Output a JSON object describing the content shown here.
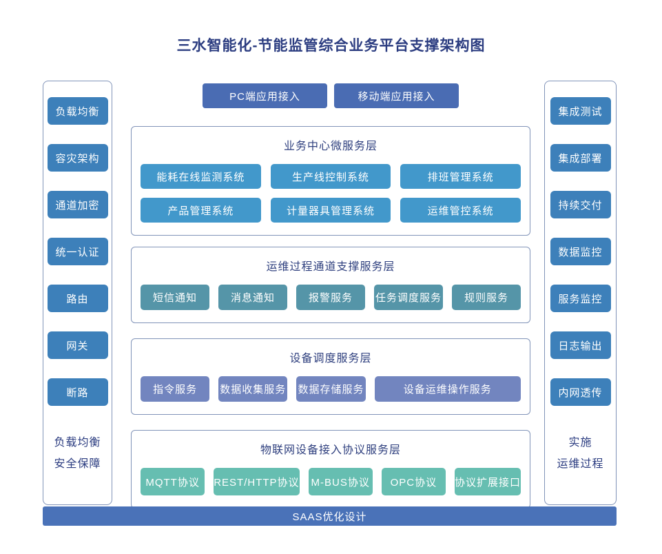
{
  "title": "三水智能化-节能监管综合业务平台支撑架构图",
  "top_buttons": [
    "PC端应用接入",
    "移动端应用接入"
  ],
  "left_sidebar": {
    "items": [
      "负载均衡",
      "容灾架构",
      "通道加密",
      "统一认证",
      "路由",
      "网关",
      "断路"
    ],
    "footer_lines": [
      "负载均衡",
      "安全保障"
    ]
  },
  "right_sidebar": {
    "items": [
      "集成测试",
      "集成部署",
      "持续交付",
      "数据监控",
      "服务监控",
      "日志输出",
      "内网透传"
    ],
    "footer_lines": [
      "实施",
      "运维过程"
    ]
  },
  "sections": [
    {
      "header": "业务中心微服务层",
      "items": [
        "能耗在线监测系统",
        "生产线控制系统",
        "排班管理系统",
        "产品管理系统",
        "计量器具管理系统",
        "运维管控系统"
      ]
    },
    {
      "header": "运维过程通道支撑服务层",
      "items": [
        "短信通知",
        "消息通知",
        "报警服务",
        "任务调度服务",
        "规则服务"
      ]
    },
    {
      "header": "设备调度服务层",
      "items": [
        "指令服务",
        "数据收集服务",
        "数据存储服务",
        "设备运维操作服务"
      ]
    },
    {
      "header": "物联网设备接入协议服务层",
      "items": [
        "MQTT协议",
        "REST/HTTP协议",
        "M-BUS协议",
        "OPC协议",
        "协议扩展接口"
      ]
    }
  ],
  "bottom_bar": "SAAS优化设计",
  "colors": {
    "title_text": "#2b3c80",
    "section_header_text": "#2e3f7e",
    "panel_border": "#8093b8",
    "sidebar_box": "#3d80ba",
    "top_button": "#4a6cb3",
    "business_box": "#4298cb",
    "channel_box": "#5595a8",
    "device_box": "#7285bf",
    "protocol_box": "#66beb1",
    "bottom_bar": "#4a72b8"
  }
}
